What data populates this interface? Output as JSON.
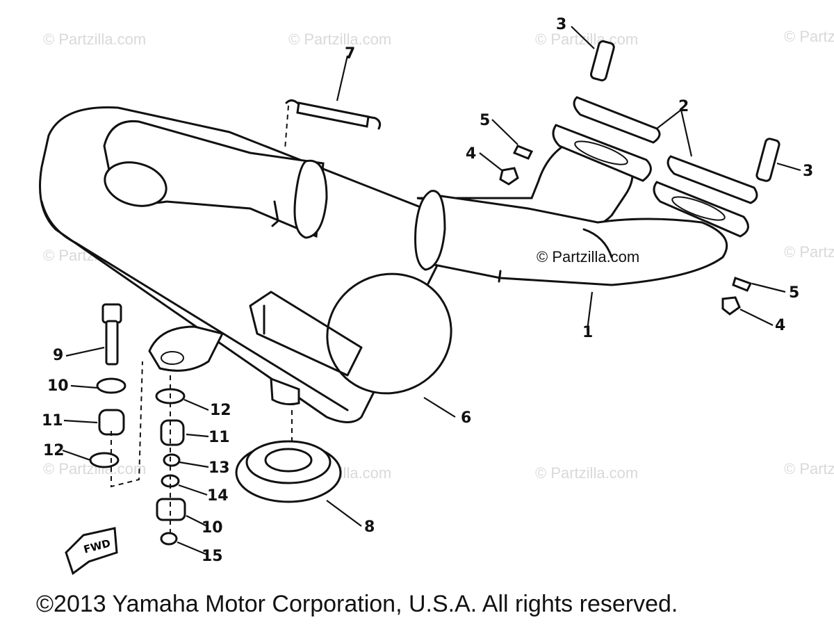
{
  "watermark": "© Partzilla.com",
  "watermark_center": "© Partzilla.com",
  "callouts": {
    "p1": "1",
    "p2": "2",
    "p3a": "3",
    "p3b": "3",
    "p4a": "4",
    "p4b": "4",
    "p5a": "5",
    "p5b": "5",
    "p6": "6",
    "p7": "7",
    "p8": "8",
    "p9": "9",
    "p10a": "10",
    "p10b": "10",
    "p11a": "11",
    "p11b": "11",
    "p12a": "12",
    "p12b": "12",
    "p13": "13",
    "p14": "14",
    "p15": "15"
  },
  "fwd_label": "FWD",
  "copyright": "©2013 Yamaha Motor Corporation, U.S.A. All rights reserved."
}
